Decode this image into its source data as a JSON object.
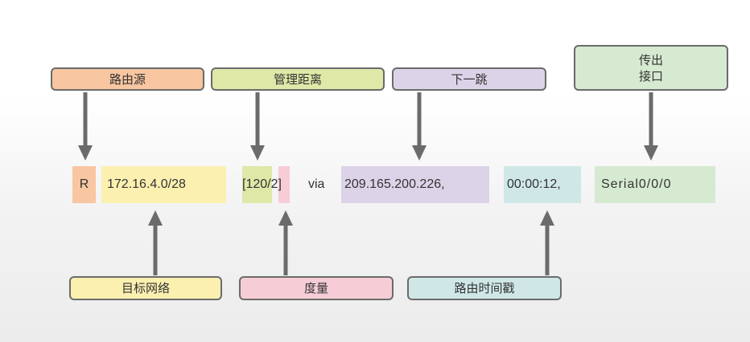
{
  "labels": {
    "source": "路由源",
    "admin_distance": "管理距离",
    "next_hop": "下一跳",
    "exit_interface_line1": "传出",
    "exit_interface_line2": "接口",
    "destination_network": "目标网络",
    "metric": "度量",
    "route_timestamp": "路由时间戳"
  },
  "route": {
    "source_code": "R",
    "network": "172.16.4.0/28",
    "admin_distance_text": "[120/2]",
    "via": "via",
    "next_hop": "209.165.200.226,",
    "timestamp": "00:00:12,",
    "interface": "Serial0/0/0"
  },
  "colors": {
    "source": "#f8c6a0",
    "admin_distance": "#dfe8a7",
    "next_hop": "#ddd3e8",
    "exit_interface": "#d6ead1",
    "destination_network": "#fcf0b0",
    "metric": "#f6cdd6",
    "route_timestamp": "#cfe7e7",
    "arrow": "#6b6b6b",
    "border": "#6b6b6b"
  }
}
